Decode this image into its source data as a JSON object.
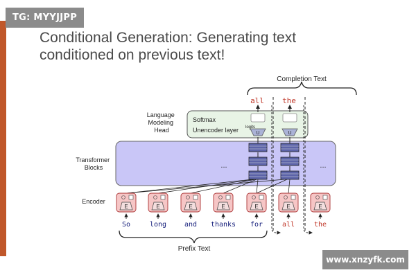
{
  "watermark_top": "TG: MYYJJPP",
  "watermark_bottom": "www.xnzyfk.com",
  "title_line1": "Conditional Generation: Generating text",
  "title_line2": "conditioned on previous text!",
  "diagram": {
    "completion_label": "Completion Text",
    "prefix_label": "Prefix Text",
    "lm_head_label": [
      "Language",
      "Modeling",
      "Head"
    ],
    "transformer_label": [
      "Transformer",
      "Blocks"
    ],
    "encoder_label": "Encoder",
    "softmax_label": "Softmax",
    "unencoder_label": "Unencoder layer",
    "logits_label": "logits",
    "ellipsis": "...",
    "outputs": [
      "all",
      "the"
    ],
    "tokens": [
      "So",
      "long",
      "and",
      "thanks",
      "for",
      "all",
      "the"
    ],
    "encoder_letter": "E",
    "unencoder_letter": "U",
    "colors": {
      "transformer_fill": "#c9c6f7",
      "encoder_fill": "#f6c6c6",
      "head_fill": "#e8f4e6",
      "output_text": "#c0392b",
      "token_text": "#1a237e"
    }
  }
}
